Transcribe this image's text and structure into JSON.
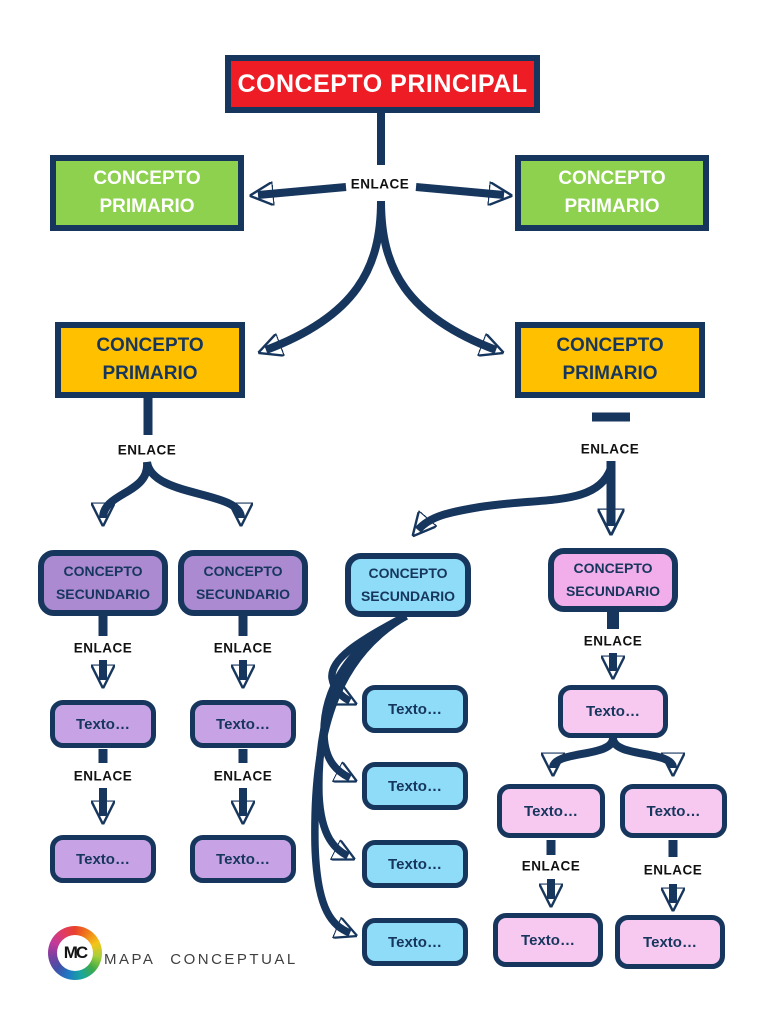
{
  "labels": {
    "enlace": "ENLACE",
    "texto": "Texto…"
  },
  "nodes": {
    "principal": "CONCEPTO PRINCIPAL",
    "primario": {
      "line1": "CONCEPTO",
      "line2": "PRIMARIO"
    },
    "secundario": {
      "line1": "CONCEPTO",
      "line2": "SECUNDARIO"
    }
  },
  "colors": {
    "navy_border": "#17365d",
    "principal_red": "#ee1c25",
    "primario_green": "#8dd14f",
    "primario_orange": "#ffc000",
    "secundario_purple": "#ab8ad2",
    "texto_purple": "#c7a3e6",
    "secundario_blue": "#8edcf8",
    "secundario_pink": "#f2aeea",
    "texto_pink": "#f7c9f1",
    "enlace_text": "#111111"
  },
  "footer": {
    "logo_initials": "MC",
    "brand": "MAPA CONCEPTUAL"
  }
}
